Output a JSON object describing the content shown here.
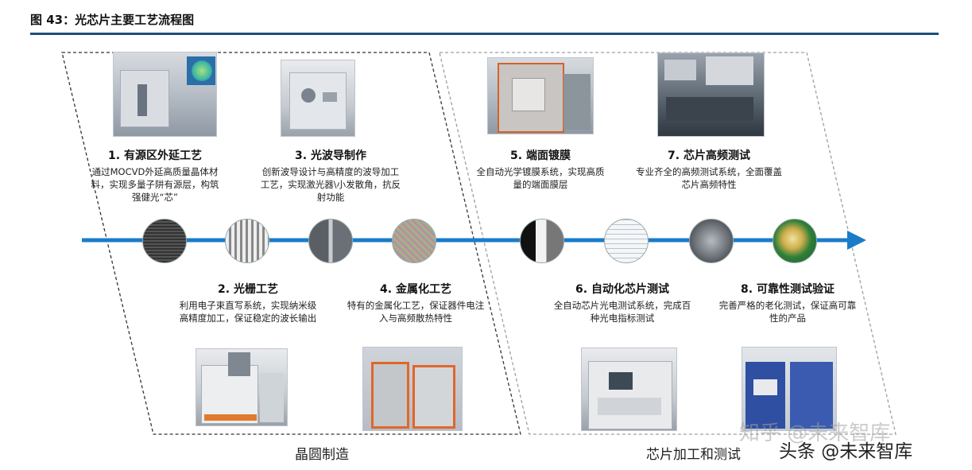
{
  "figure": {
    "title": "图 43：光芯片主要工艺流程图"
  },
  "phases": [
    {
      "label": "晶圆制造"
    },
    {
      "label": "芯片加工和测试"
    }
  ],
  "steps": [
    {
      "title": "1. 有源区外延工艺",
      "desc": "通过MOCVD外延高质量晶体材料，实现多量子阱有源层，构筑强健光“芯”"
    },
    {
      "title": "2. 光栅工艺",
      "desc": "利用电子束直写系统，实现纳米级高精度加工，保证稳定的波长输出"
    },
    {
      "title": "3. 光波导制作",
      "desc": "创新波导设计与高精度的波导加工工艺，实现激光器\\小发散角，抗反射功能"
    },
    {
      "title": "4. 金属化工艺",
      "desc": "特有的金属化工艺，保证器件电注入与高频散热特性"
    },
    {
      "title": "5. 端面镀膜",
      "desc": "全自动光学镀膜系统，实现高质量的端面膜层"
    },
    {
      "title": "6. 自动化芯片测试",
      "desc": "全自动芯片光电测试系统，完成百种光电指标测试"
    },
    {
      "title": "7. 芯片高频测试",
      "desc": "专业齐全的高频测试系统，全面覆盖芯片高频特性"
    },
    {
      "title": "8. 可靠性测试验证",
      "desc": "完善严格的老化测试，保证高可靠性的产品"
    }
  ],
  "watermarks": {
    "w1": "知乎 @未来智库",
    "w2": "头条 @未来智库"
  },
  "colors": {
    "arrow": "#1a7cc9",
    "rule": "#1f4e79",
    "frame": "#333333"
  }
}
